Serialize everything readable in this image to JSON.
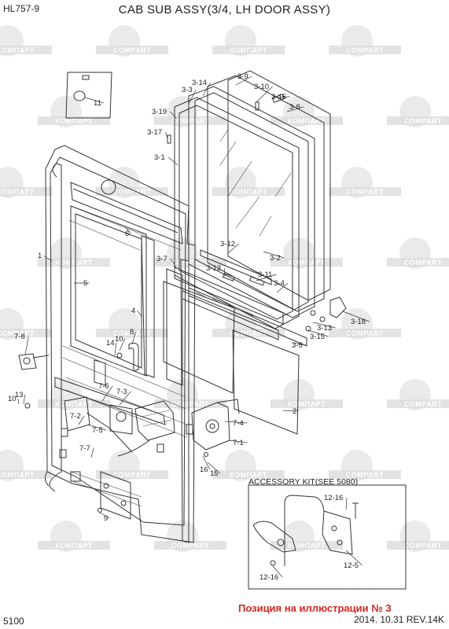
{
  "header": {
    "model_code": "HL757-9",
    "title": "CAB SUB ASSY(3/4, LH DOOR ASSY)"
  },
  "footer": {
    "page_number": "5100",
    "date_revision": "2014. 10.31  REV.14K",
    "position_note": "Позиция на иллюстрации № 3"
  },
  "accessory_kit": {
    "title": "ACCESSORY KIT(SEE 5080)"
  },
  "watermark": {
    "text": "КОМПАРТ",
    "text_alt": "COMPART"
  },
  "callouts": [
    "11",
    "3-3",
    "3-14",
    "3-9",
    "3-10",
    "3-16",
    "3-8",
    "3-19",
    "3-17",
    "3-1",
    "6",
    "1",
    "5",
    "3-7",
    "3-12",
    "3-13",
    "3-11",
    "3-4",
    "3-2",
    "3-18",
    "3-13",
    "3-15",
    "3-5",
    "4",
    "8",
    "10",
    "14",
    "7-8",
    "13",
    "10",
    "7-6",
    "7-3",
    "7-2",
    "7-5",
    "7-7",
    "7-4",
    "7-1",
    "2",
    "16",
    "15",
    "9",
    "12-16",
    "12-5",
    "12-16"
  ]
}
